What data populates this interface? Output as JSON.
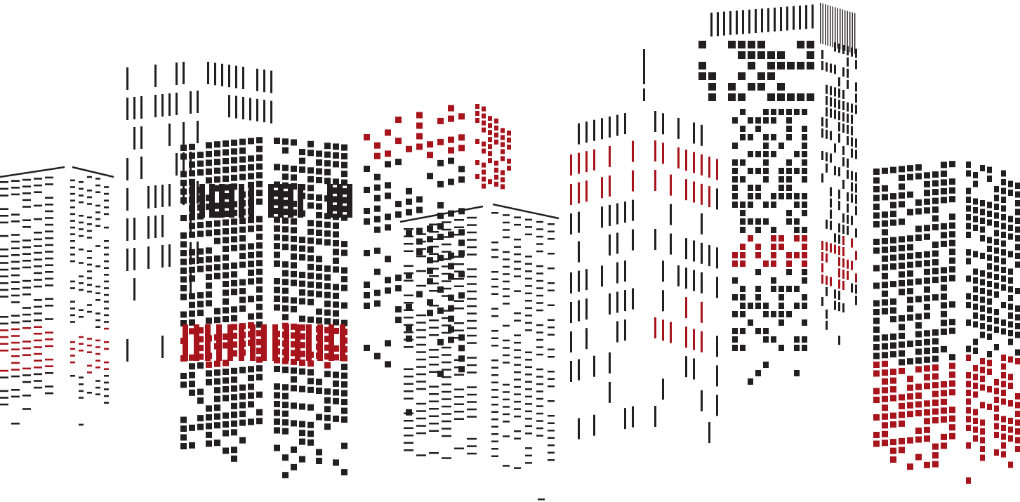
{
  "scene": {
    "subject": "city-skyline",
    "style": "window-pattern",
    "background_color": "#ffffff",
    "window_color": "#231f20",
    "lit_window_color": "#a8141c"
  },
  "buildings": [
    {
      "id": "far-left-tower",
      "pattern": "dashes",
      "lit_floors": 1
    },
    {
      "id": "tall-stripe-tower",
      "pattern": "vertical-bars",
      "lit_floors": 0
    },
    {
      "id": "black-grid-tower",
      "pattern": "squares",
      "lit_floors": 1
    },
    {
      "id": "red-top-tower",
      "pattern": "squares",
      "lit_floors": 1
    },
    {
      "id": "center-low-tower",
      "pattern": "dashes",
      "lit_floors": 0
    },
    {
      "id": "spire-tower",
      "pattern": "vertical-bars",
      "lit_floors": 2
    },
    {
      "id": "tallest-tower",
      "pattern": "mixed",
      "lit_floors": 1
    },
    {
      "id": "far-right-tower",
      "pattern": "squares",
      "lit_floors": 1
    }
  ]
}
